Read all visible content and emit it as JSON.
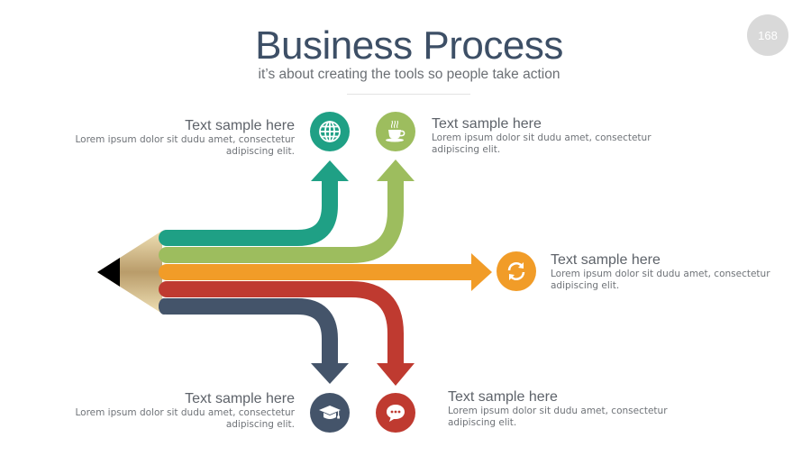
{
  "header": {
    "title": "Business Process",
    "subtitle": "it’s about creating the tools so people take action",
    "page_number": "168"
  },
  "colors": {
    "teal": "#1fa085",
    "green": "#9dbd5e",
    "orange": "#f19c28",
    "red": "#bf3a30",
    "navy": "#44546a",
    "pencil_wood": "#d8c08c",
    "pencil_tip": "#000000",
    "badge": "#d9d9d9"
  },
  "steps": [
    {
      "id": "teal",
      "direction": "up",
      "icon": "globe-icon",
      "heading": "Text sample here",
      "body_line1": "Lorem ipsum dolor sit dudu amet, consectetur",
      "body_line2": "adipiscing elit."
    },
    {
      "id": "green",
      "direction": "up",
      "icon": "coffee-cup-icon",
      "heading": "Text sample here",
      "body_line1": "Lorem ipsum dolor sit dudu amet, consectetur",
      "body_line2": "adipiscing elit."
    },
    {
      "id": "orange",
      "direction": "right",
      "icon": "refresh-icon",
      "heading": "Text sample here",
      "body_line1": "Lorem ipsum dolor sit dudu amet, consectetur",
      "body_line2": "adipiscing elit."
    },
    {
      "id": "navy",
      "direction": "down",
      "icon": "graduation-cap-icon",
      "heading": "Text sample here",
      "body_line1": "Lorem ipsum dolor sit dudu amet, consectetur",
      "body_line2": "adipiscing elit."
    },
    {
      "id": "red",
      "direction": "down",
      "icon": "speech-bubble-icon",
      "heading": "Text sample here",
      "body_line1": "Lorem ipsum dolor sit dudu amet, consectetur",
      "body_line2": "adipiscing elit."
    }
  ]
}
